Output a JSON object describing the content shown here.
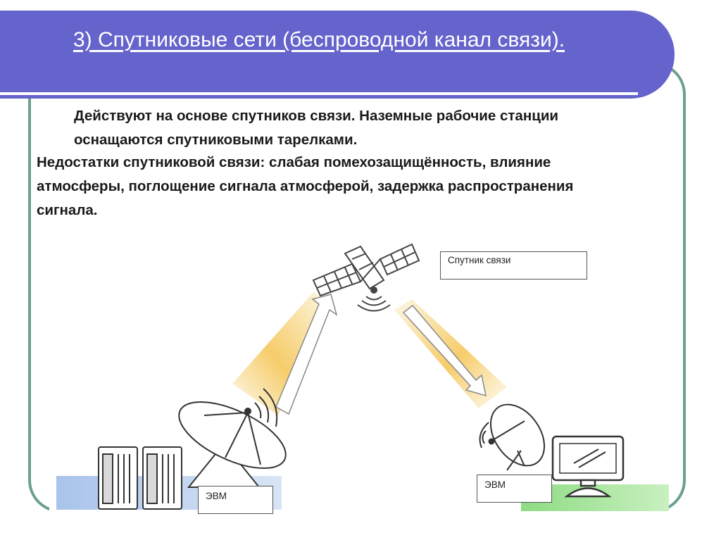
{
  "slide": {
    "title": "3) Спутниковые сети (беспроводной канал связи).",
    "paragraph1": {
      "line1": "Действуют на основе спутников связи. Наземные рабочие станции",
      "line2": "оснащаются спутниковыми тарелками."
    },
    "paragraph2": {
      "line1": "Недостатки спутниковой связи: слабая помехозащищённость, влияние",
      "line2": "атмосферы, поглощение сигнала атмосферой, задержка распространения",
      "line3": "сигнала."
    }
  },
  "diagram": {
    "satellite_label": "Спутник связи",
    "left_station_label": "ЭВМ",
    "right_station_label": "ЭВМ",
    "colors": {
      "banner": "#6563cc",
      "frame": "#6d9e93",
      "beam": "#f5c75a",
      "ground_left": "#a9c3ea",
      "ground_right": "#8ddc82"
    }
  }
}
